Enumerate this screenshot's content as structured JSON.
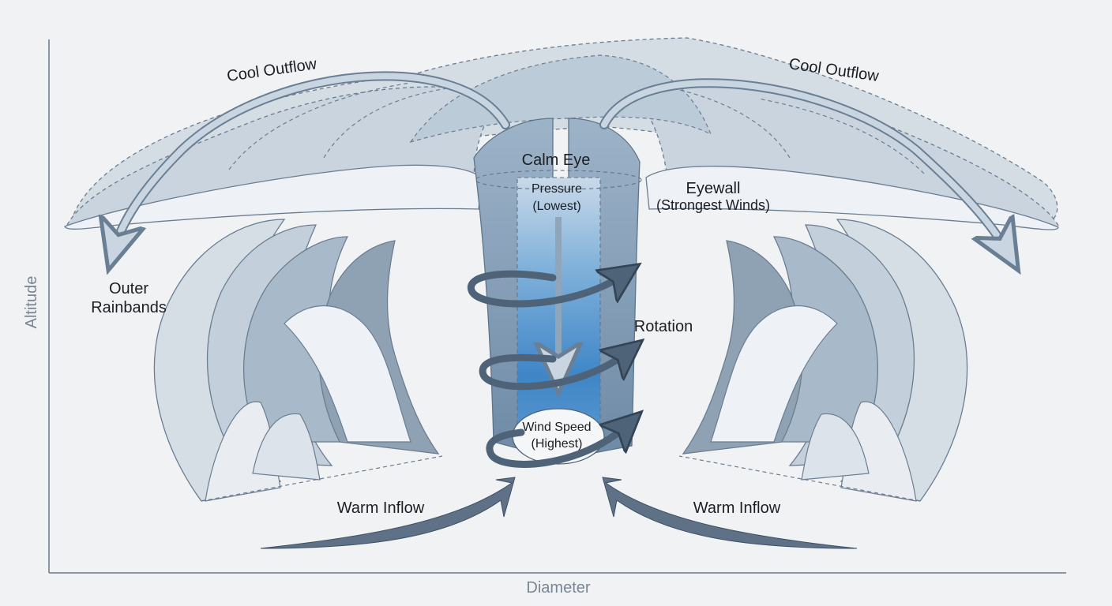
{
  "axes": {
    "x_label": "Diameter",
    "y_label": "Altitude"
  },
  "labels": {
    "cool_outflow_left": "Cool Outflow",
    "cool_outflow_right": "Cool Outflow",
    "calm_eye": "Calm Eye",
    "pressure_line1": "Pressure",
    "pressure_line2": "(Lowest)",
    "eyewall_line1": "Eyewall",
    "eyewall_line2": "(Strongest Winds)",
    "outer_rainbands_line1": "Outer",
    "outer_rainbands_line2": "Rainbands",
    "rotation": "Rotation",
    "wind_speed_line1": "Wind Speed",
    "wind_speed_line2": "(Highest)",
    "warm_inflow_left": "Warm Inflow",
    "warm_inflow_right": "Warm Inflow"
  },
  "colors": {
    "background": "#f1f2f4",
    "cloud_light": "#e8edf2",
    "cloud_mid": "#c5d2de",
    "cloud_dark": "#8d9fb0",
    "eye_blue": "#3f86c7",
    "arrow": "#5e7186",
    "axis": "#6b7683"
  }
}
